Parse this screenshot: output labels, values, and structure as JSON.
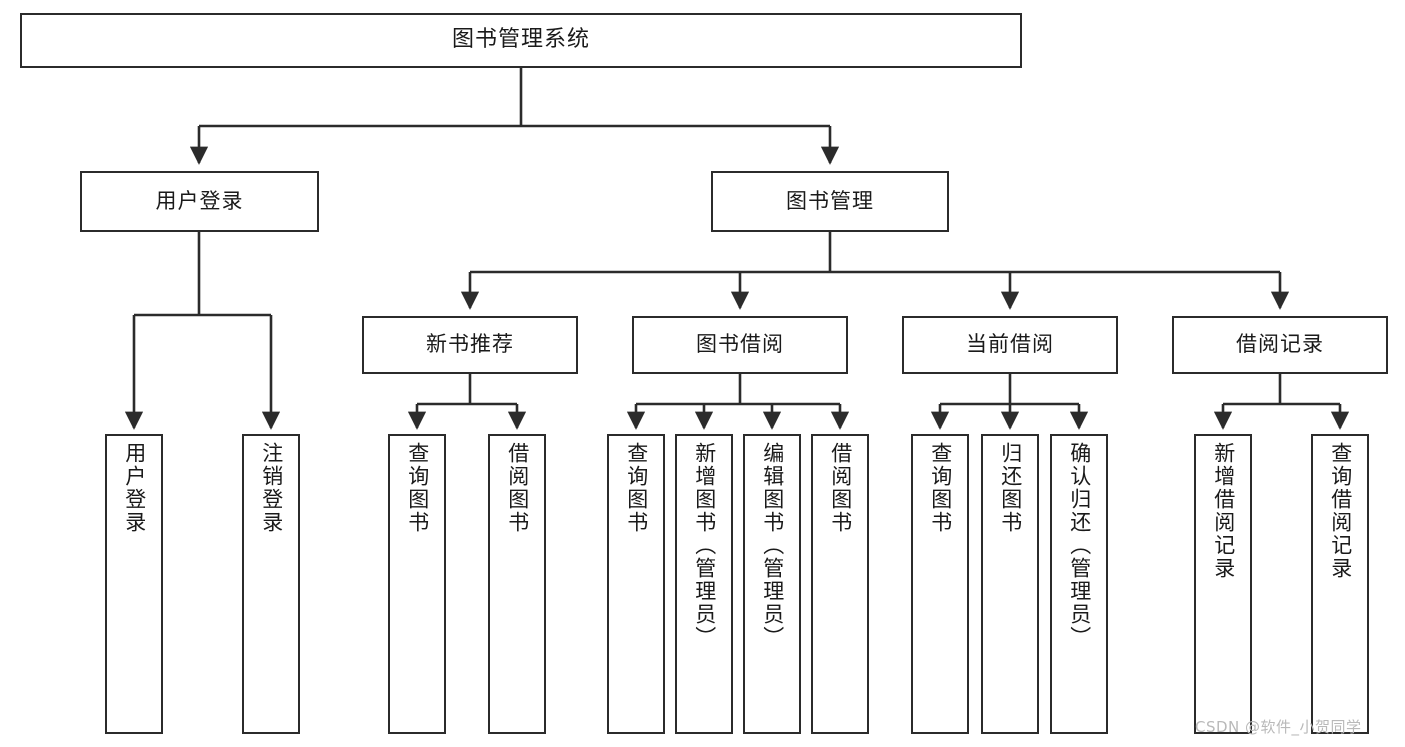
{
  "diagram": {
    "type": "tree-hierarchy-chart",
    "title": "图书管理系统",
    "orientation": "top-down",
    "box_fill": "#ffffff",
    "box_stroke": "#2b2b2b",
    "line_color": "#2b2b2b",
    "root": {
      "label": "图书管理系统"
    },
    "level2": [
      {
        "label": "用户登录"
      },
      {
        "label": "图书管理"
      }
    ],
    "level3": [
      {
        "label": "新书推荐"
      },
      {
        "label": "图书借阅"
      },
      {
        "label": "当前借阅"
      },
      {
        "label": "借阅记录"
      }
    ],
    "leaves": {
      "user_login": [
        {
          "label": "用户登录"
        },
        {
          "label": "注销登录"
        }
      ],
      "new_book_recommend": [
        {
          "label": "查询图书"
        },
        {
          "label": "借阅图书"
        }
      ],
      "book_borrow": [
        {
          "label": "查询图书"
        },
        {
          "label": "新增图书（管理员）"
        },
        {
          "label": "编辑图书（管理员）"
        },
        {
          "label": "借阅图书"
        }
      ],
      "current_borrow": [
        {
          "label": "查询图书"
        },
        {
          "label": "归还图书"
        },
        {
          "label": "确认归还（管理员）"
        }
      ],
      "borrow_record": [
        {
          "label": "新增借阅记录"
        },
        {
          "label": "查询借阅记录"
        }
      ]
    }
  },
  "watermark": {
    "text": "CSDN @软件_小贺同学"
  }
}
